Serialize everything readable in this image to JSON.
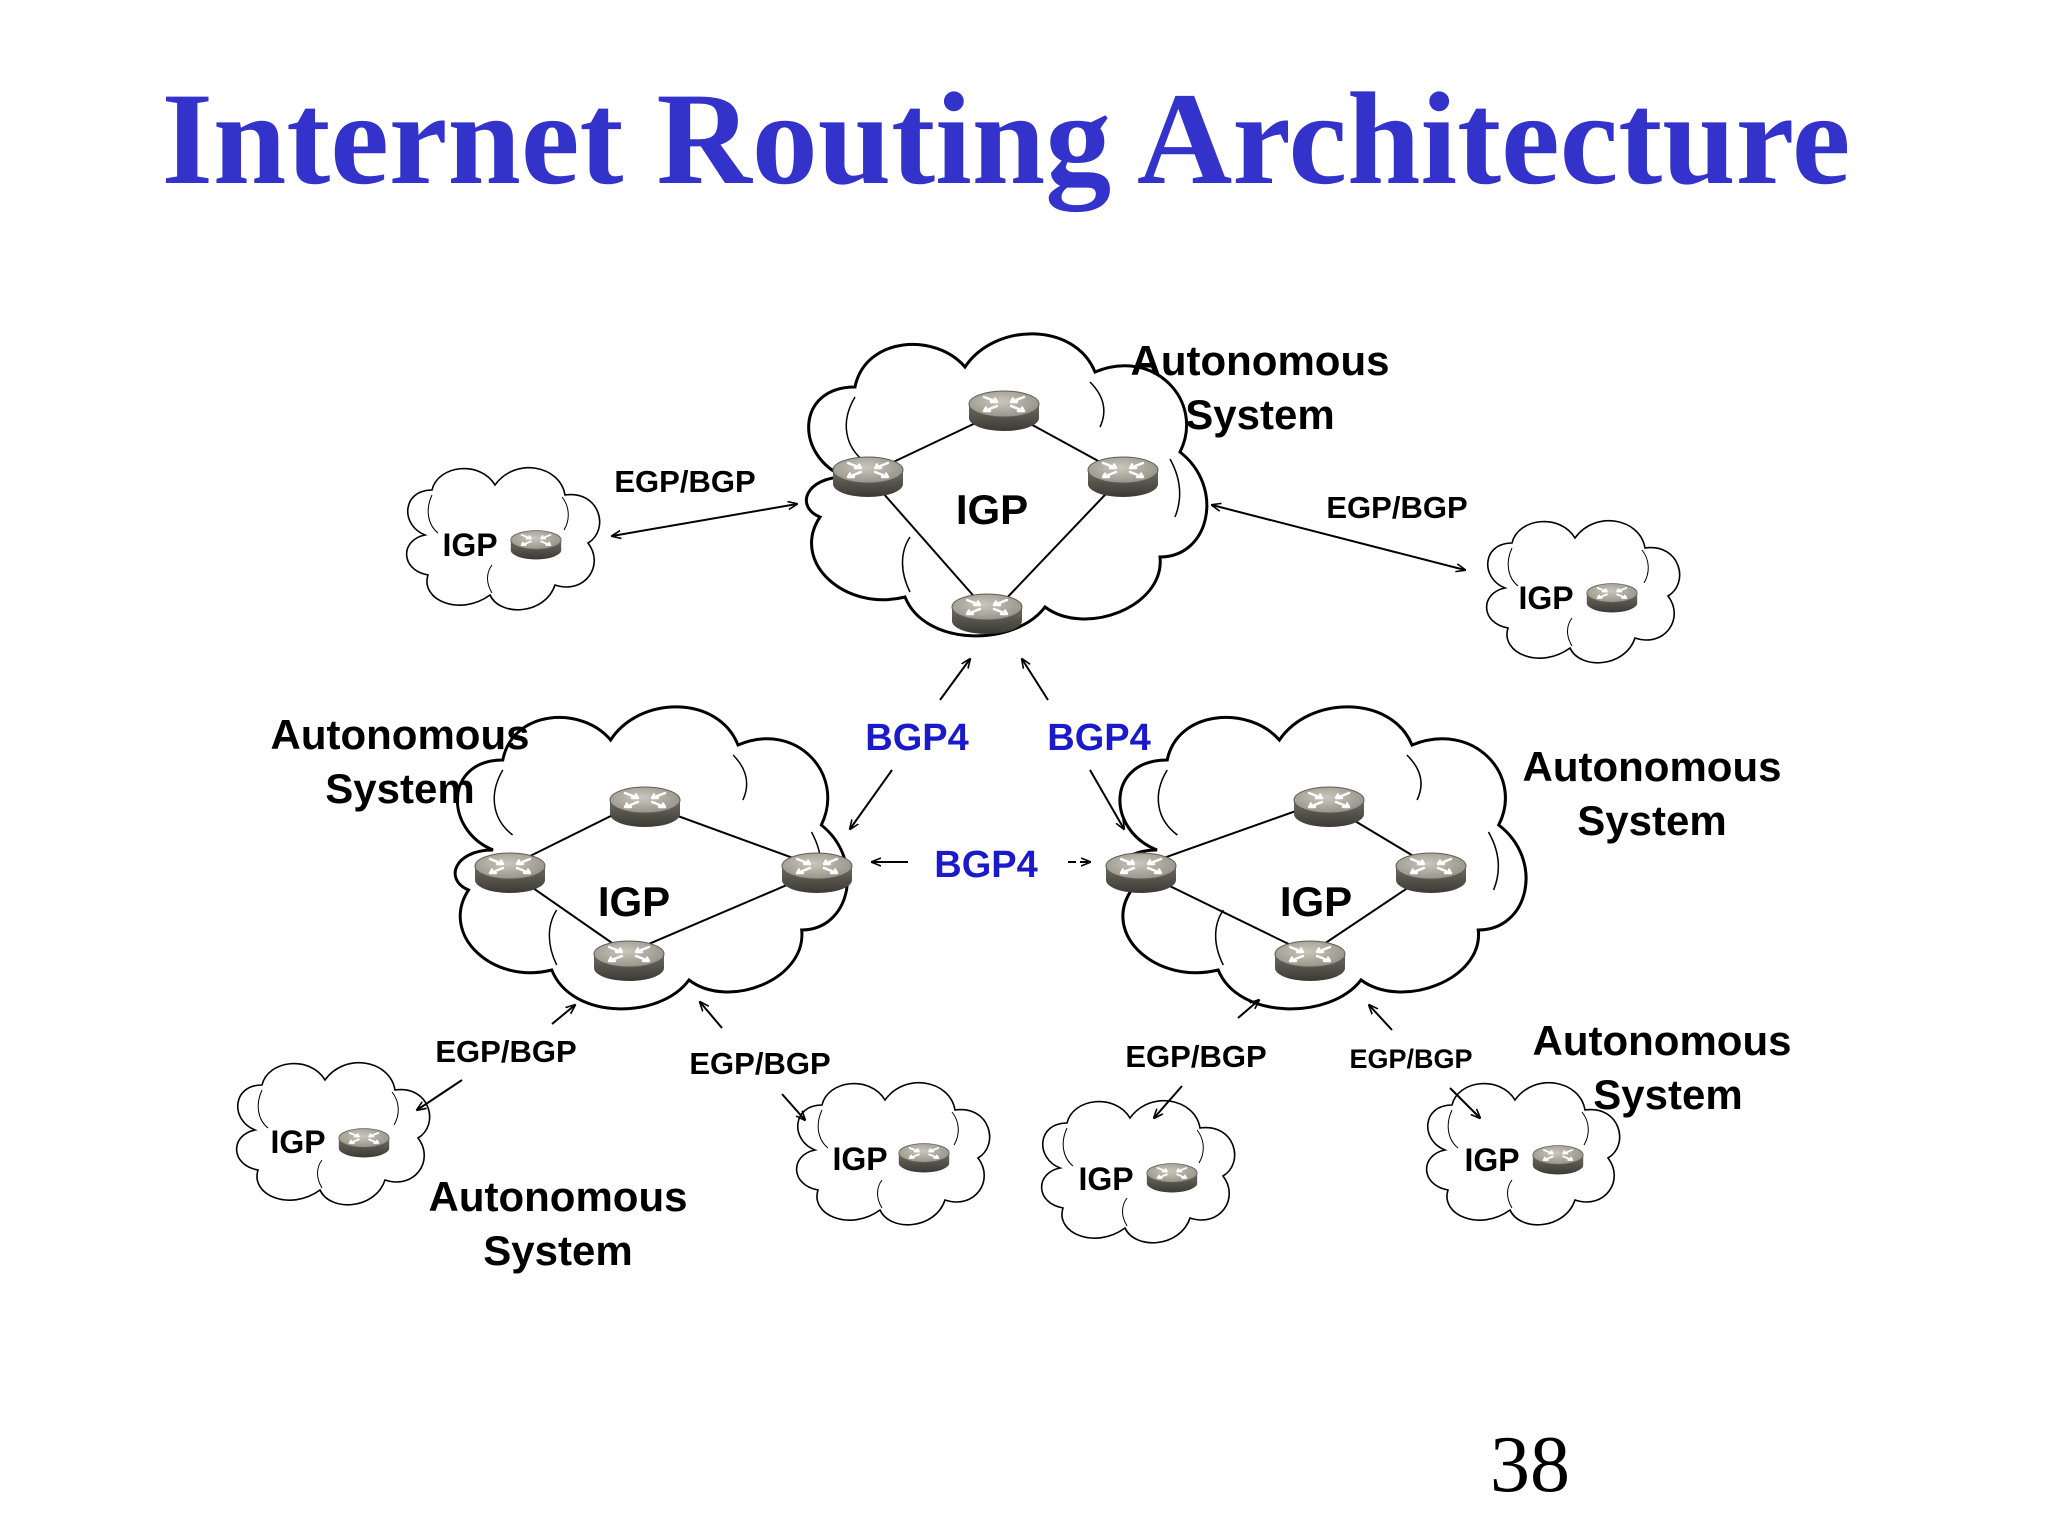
{
  "slide": {
    "title": "Internet Routing Architecture",
    "page_number": "38"
  },
  "labels": {
    "autonomous": "Autonomous",
    "system": "System",
    "igp": "IGP",
    "egp_bgp": "EGP/BGP",
    "bgp4": "BGP4"
  },
  "colors": {
    "title": "#3333cc",
    "bgp4": "#1a1acc",
    "router": "#9a978c"
  },
  "icons": [
    "router-icon",
    "cloud-icon",
    "arrow-icon"
  ]
}
